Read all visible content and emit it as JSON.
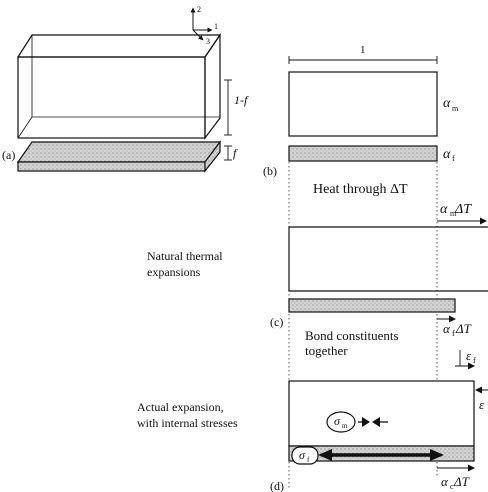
{
  "panels": {
    "a": "(a)",
    "b": "(b)",
    "c": "(c)",
    "d": "(d)"
  },
  "axes": {
    "axis_2": "2",
    "axis_1": "1",
    "axis_3": "3"
  },
  "dimensions": {
    "width_1": "1",
    "height_1f": "1-f",
    "height_f": "f"
  },
  "coefficients": {
    "alpha_m": "α",
    "sub_m": "m",
    "alpha_f": "α",
    "sub_f": "f"
  },
  "step_heat": "Heat through ΔT",
  "expansions": {
    "am_dt_alpha": "α",
    "am_dt_sub": "m",
    "am_dt_rest": " ΔT",
    "af_dt_alpha": "α",
    "af_dt_sub": "f",
    "af_dt_rest": " ΔT",
    "ac_dt_alpha": "α",
    "ac_dt_sub": "c",
    "ac_dt_rest": " ΔT"
  },
  "natural_line1": "Natural thermal",
  "natural_line2": "expansions",
  "bond_line1": "Bond constituents",
  "bond_line2": "together",
  "strain_f": "ε",
  "strain_f_sub": "f",
  "strain_m": "ε",
  "actual_line1": "Actual expansion,",
  "actual_line2": "with internal stresses",
  "sigma_m": "σ",
  "sigma_m_sub": "m",
  "sigma_f": "σ",
  "sigma_f_sub": "f",
  "colors": {
    "ink": "#111111",
    "fibre_fill": "#cfcfcf"
  }
}
